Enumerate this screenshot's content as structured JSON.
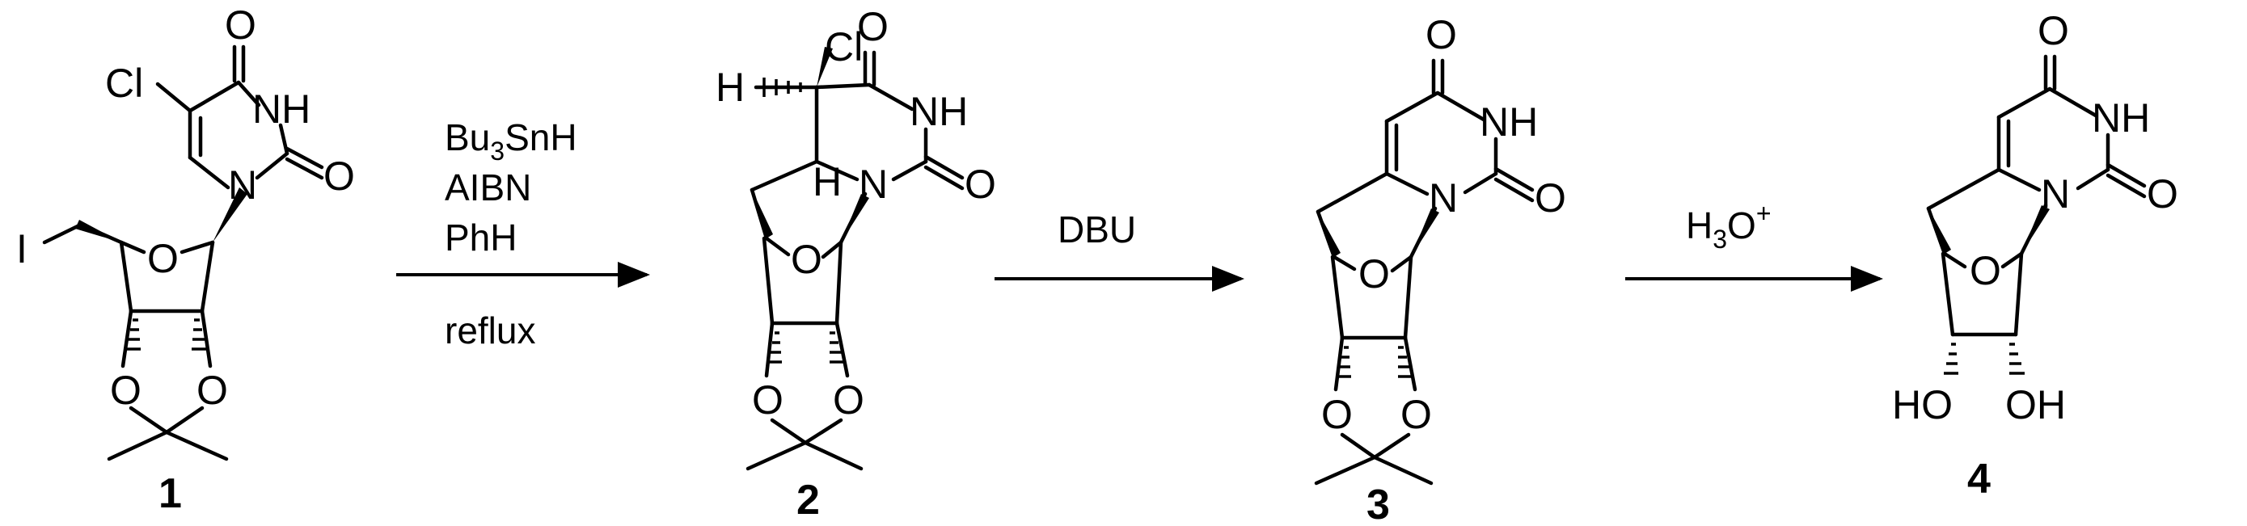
{
  "compounds": {
    "c1": {
      "number": "1",
      "atoms": {
        "cl": "Cl",
        "o_top": "O",
        "nh": "NH",
        "o_right": "O",
        "n": "N",
        "i": "I",
        "o_ring": "O",
        "o_left": "O",
        "o_right2": "O"
      }
    },
    "c2": {
      "number": "2",
      "atoms": {
        "h": "H",
        "cl": "Cl",
        "o_top": "O",
        "nh": "NH",
        "o_right": "O",
        "h_small": "H",
        "n": "N",
        "o_ring": "O",
        "o_left": "O",
        "o_right2": "O"
      }
    },
    "c3": {
      "number": "3",
      "atoms": {
        "o_top": "O",
        "nh": "NH",
        "o_right": "O",
        "n": "N",
        "o_ring": "O",
        "o_left": "O",
        "o_right2": "O"
      }
    },
    "c4": {
      "number": "4",
      "atoms": {
        "o_top": "O",
        "nh": "NH",
        "o_right": "O",
        "n": "N",
        "o_ring": "O",
        "ho": "HO",
        "oh": "OH"
      }
    }
  },
  "arrows": [
    {
      "lines": [
        {
          "main": "Bu",
          "sub": "3",
          "rest": "SnH"
        },
        {
          "main": "AIBN"
        },
        {
          "main": "PhH"
        }
      ],
      "below": "reflux"
    },
    {
      "lines": [
        {
          "main": "DBU"
        }
      ],
      "below": ""
    },
    {
      "lines": [
        {
          "main": "H",
          "sub": "3",
          "rest": "O",
          "sup": "+"
        }
      ],
      "below": ""
    }
  ]
}
